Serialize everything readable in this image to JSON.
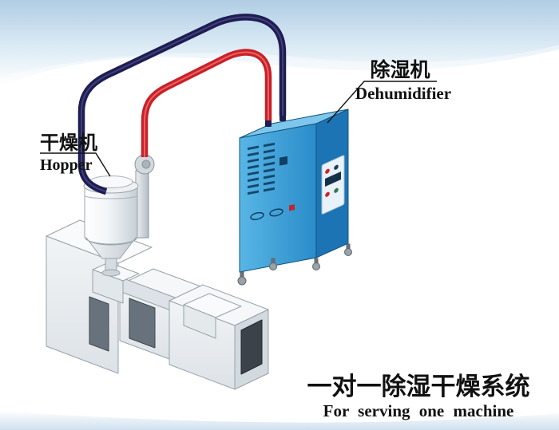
{
  "labels": {
    "hopper": {
      "cn": "干燥机",
      "en": "Hopper"
    },
    "dehumidifier": {
      "cn": "除湿机",
      "en": "Dehumidifier"
    }
  },
  "caption": {
    "cn": "一对一除湿干燥系统",
    "en": "For serving one machine"
  },
  "colors": {
    "pipe_red": "#c8202a",
    "pipe_red_highlight": "#ef6f66",
    "pipe_navy": "#1e1d52",
    "pipe_navy_highlight": "#46457f",
    "dehumidifier_front_light": "#58b6e6",
    "dehumidifier_front_dark": "#2a8cc8",
    "dehumidifier_side": "#1d74b4",
    "dehumidifier_top": "#7fc6ec",
    "background_top": "#b0cde4",
    "background_bottom": "#cfe0ef",
    "label_text": "#111111"
  }
}
